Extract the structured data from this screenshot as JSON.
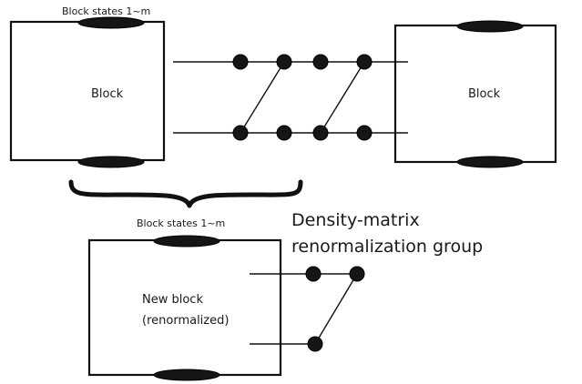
{
  "diagram": {
    "top_left_block": {
      "states_label": "Block states 1~m",
      "label": "Block"
    },
    "top_right_block": {
      "label": "Block"
    },
    "new_block": {
      "states_label": "Block states 1~m",
      "label_line1": "New block",
      "label_line2": "(renormalized)"
    },
    "caption": {
      "line1": "Density-matrix",
      "line2": "renormalization group"
    }
  }
}
